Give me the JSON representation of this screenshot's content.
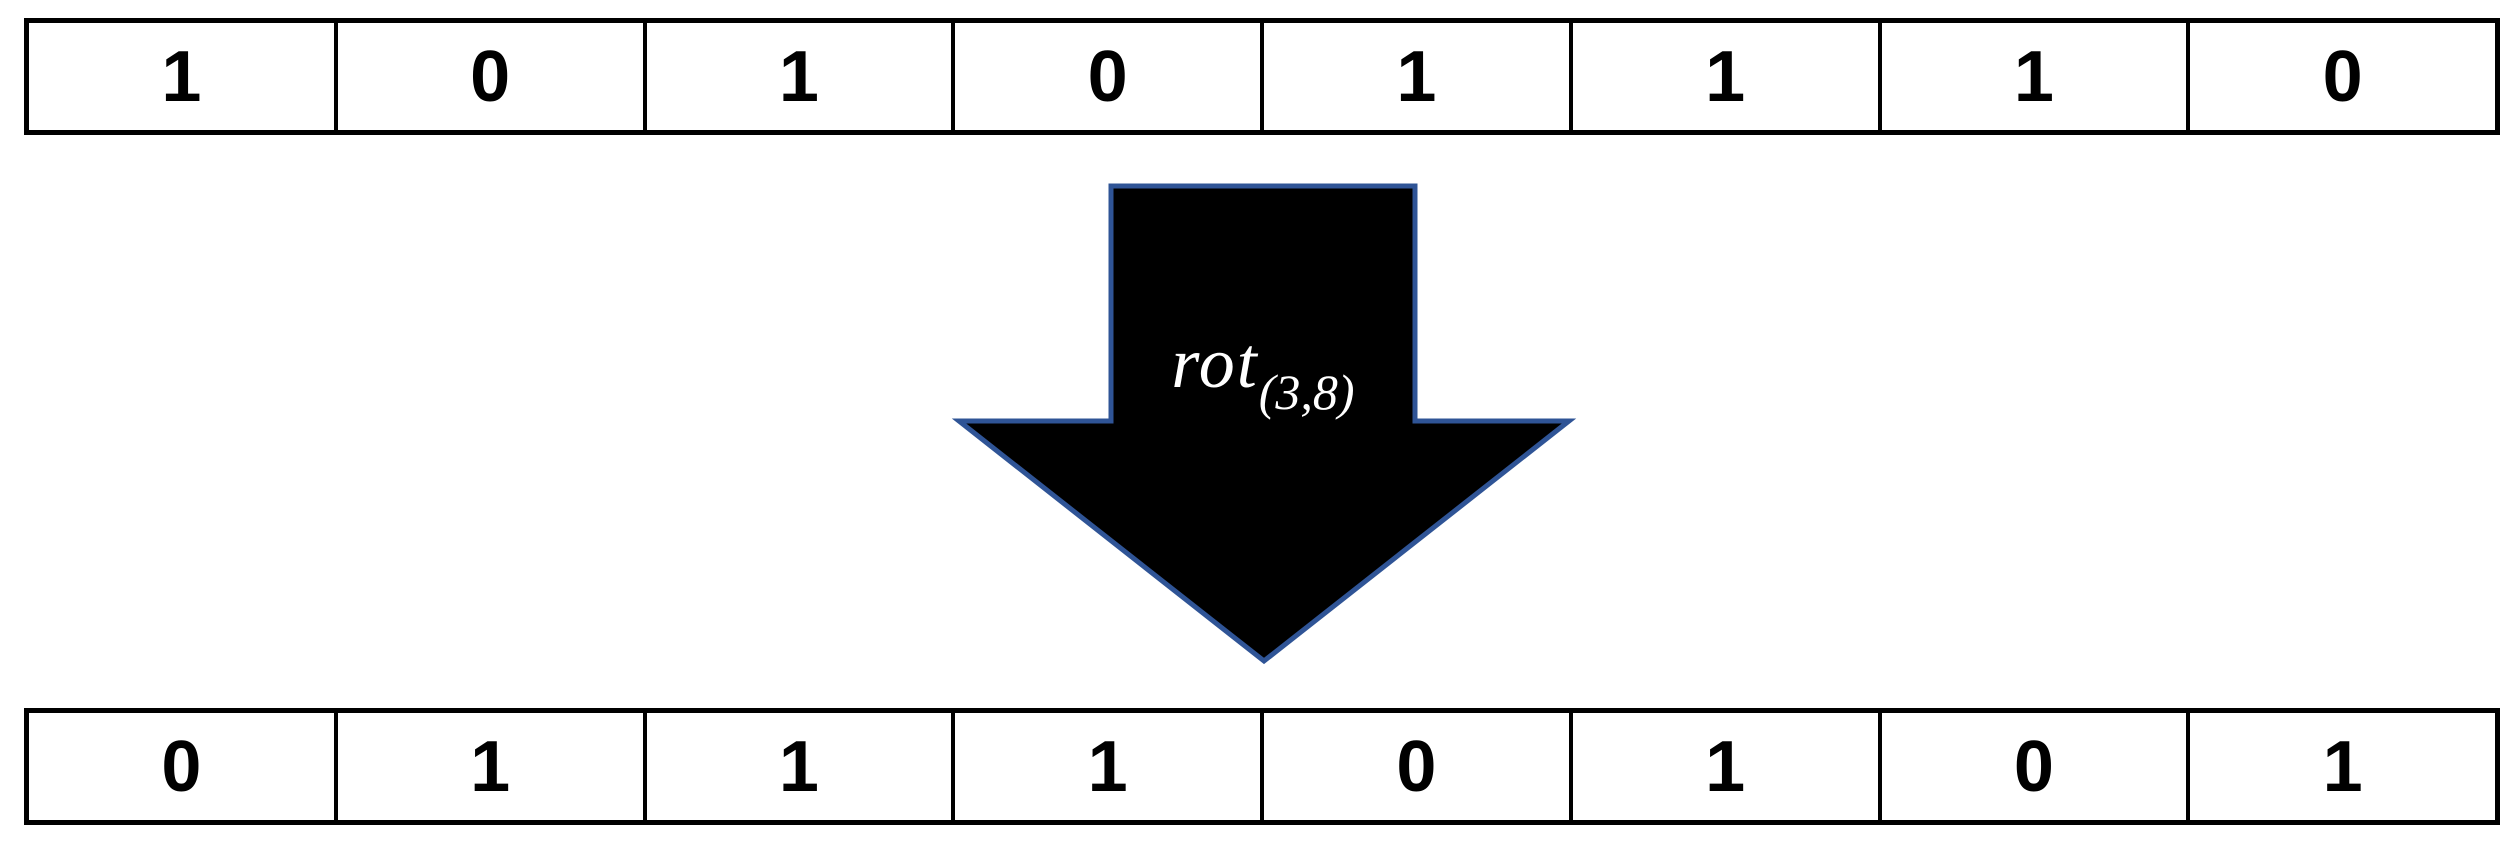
{
  "diagram": {
    "operation": {
      "name": "rot",
      "subscript": "(3,8)"
    },
    "input_bits": [
      "1",
      "0",
      "1",
      "0",
      "1",
      "1",
      "1",
      "0"
    ],
    "output_bits": [
      "0",
      "1",
      "1",
      "1",
      "0",
      "1",
      "0",
      "1"
    ],
    "colors": {
      "background": "#FFFFFF",
      "cell_border": "#000000",
      "bit_text": "#000000",
      "arrow_fill": "#000000",
      "arrow_outline": "#2F5496",
      "label_text": "#FFFFFF"
    }
  }
}
